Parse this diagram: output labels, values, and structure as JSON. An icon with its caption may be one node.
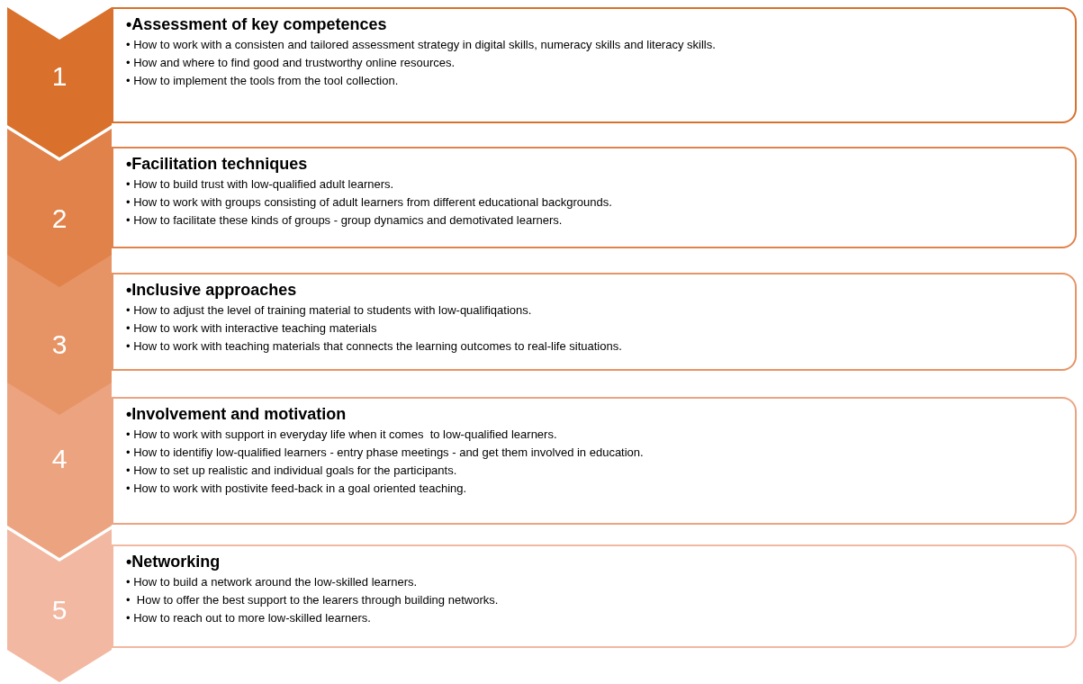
{
  "diagram": {
    "nodes": [
      {
        "text": [
          "1"
        ]
      },
      {
        "text": [
          "•Assessment of key competences",
          "• How to work with a consisten and tailored assessment strategy in digital skills, numeracy skills and literacy skills.",
          "• How and where to find good and trustworthy online resources.",
          "• How to implement the tools from the tool collection."
        ]
      },
      {
        "text": [
          "2"
        ]
      },
      {
        "text": [
          "•Facilitation techniques",
          "• How to build trust with low-qualified adult learners.",
          "• How to work with groups consisting of adult learners from different educational backgrounds.",
          "• How to facilitate these kinds of groups - group dynamics and demotivated learners."
        ]
      },
      {
        "text": [
          "3"
        ]
      },
      {
        "text": [
          "•Inclusive approaches",
          "• How to adjust the level of training material to students with low-qualifiqations.",
          "• How to work with interactive teaching materials",
          "• How to work with teaching materials that connects the learning outcomes to real-life situations."
        ]
      },
      {
        "text": [
          "4"
        ]
      },
      {
        "text": [
          "•Involvement and motivation",
          "• How to work with support in everyday life when it comes  to low-qualified learners.",
          "• How to identifiy low-qualified learners - entry phase meetings - and get them involved in education.",
          "• How to set up realistic and individual goals for the participants.",
          "• How to work with postivite feed-back in a goal oriented teaching."
        ]
      },
      {
        "text": [
          "5"
        ]
      },
      {
        "text": [
          "•Networking",
          "• How to build a network around the low-skilled learners.",
          "•  How to offer the best support to the learers through building networks.",
          "• How to reach out to more low-skilled learners."
        ]
      }
    ],
    "edges": []
  }
}
